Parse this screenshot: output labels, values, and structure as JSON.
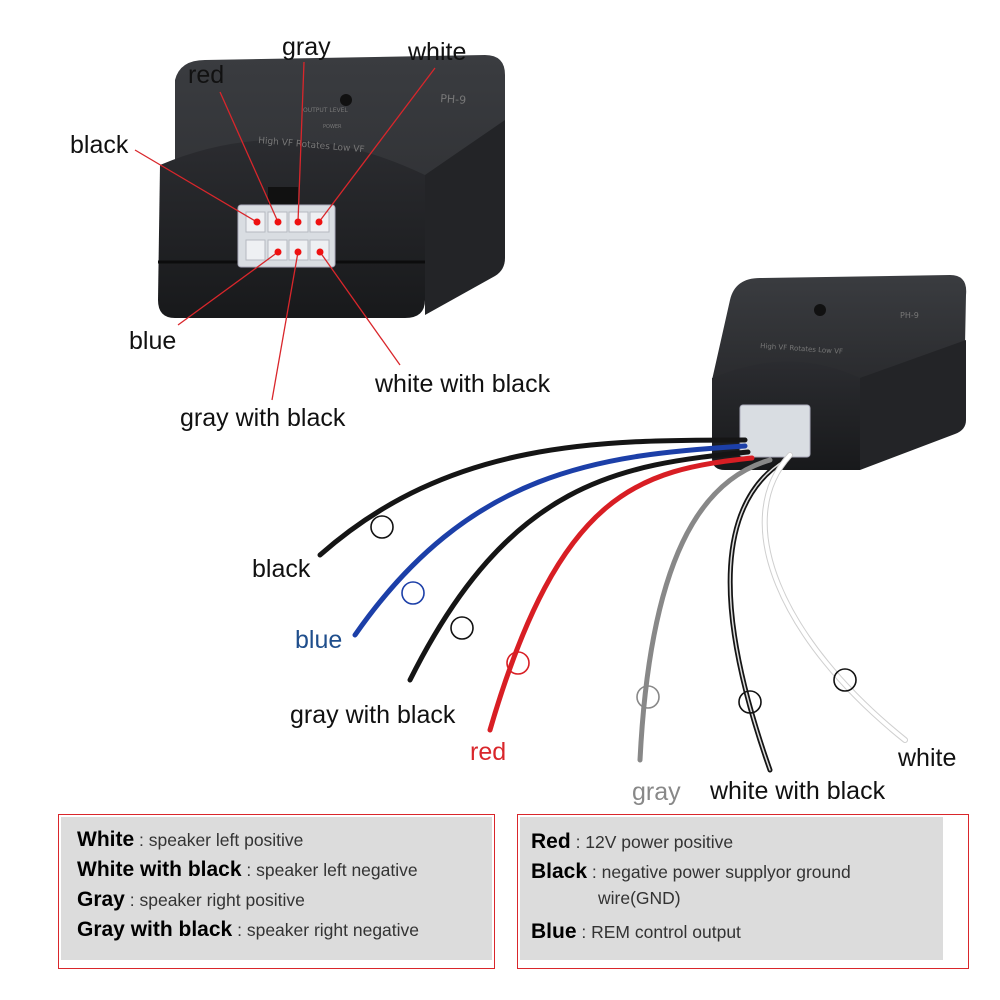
{
  "device_labels": {
    "model": "PH-9",
    "output_level": "OUTPUT LEVEL",
    "power": "POWER",
    "slogan": "High VF Rotates Low VF"
  },
  "connector_callouts": {
    "black": "black",
    "red": "red",
    "gray": "gray",
    "white": "white",
    "blue": "blue",
    "gray_with_black": "gray with black",
    "white_with_black": "white with black"
  },
  "wire_labels": {
    "black": "black",
    "blue": "blue",
    "gray_with_black": "gray with black",
    "red": "red",
    "gray": "gray",
    "white_with_black": "white with black",
    "white": "white"
  },
  "colors": {
    "callout_line": "#d9262b",
    "blue_label": "#1f4e8c",
    "red_label": "#d9262b",
    "gray_label": "#888888",
    "legend_bg": "#dcdcdc",
    "legend_border": "#d9262b"
  },
  "legend_left": [
    {
      "key": "White",
      "desc": ": speaker left positive"
    },
    {
      "key": "White with black",
      "desc": ": speaker left negative"
    },
    {
      "key": "Gray",
      "desc": ": speaker right positive"
    },
    {
      "key": "Gray with black",
      "desc": ": speaker right negative"
    }
  ],
  "legend_right": [
    {
      "key": "Red",
      "desc": ": 12V power positive"
    },
    {
      "key": "Black",
      "desc": ": negative power supplyor ground",
      "desc2": "wire(GND)"
    },
    {
      "key": "Blue",
      "desc": ": REM control output"
    }
  ]
}
